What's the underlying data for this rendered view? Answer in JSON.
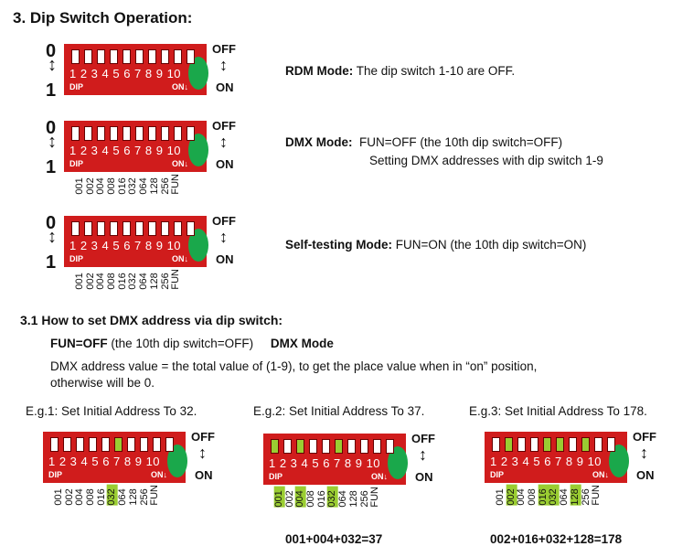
{
  "heading": "3.  Dip Switch Operation:",
  "modes": [
    {
      "label": "RDM Mode:",
      "text": "The dip switch 1-10 are OFF.",
      "text2": ""
    },
    {
      "label": "DMX Mode:",
      "text": "FUN=OFF (the 10th dip switch=OFF)",
      "text2": "Setting DMX addresses with dip switch 1-9"
    },
    {
      "label": "Self-testing Mode:",
      "text": "FUN=ON (the 10th dip switch=ON)",
      "text2": ""
    }
  ],
  "switch": {
    "numbers": "1 2 3 4 5 6 7 8 9 10",
    "dip": "DIP",
    "on_small": "ON↓",
    "off": "OFF",
    "on": "ON",
    "zero": "0",
    "one": "1"
  },
  "values": [
    "001",
    "002",
    "004",
    "008",
    "016",
    "032",
    "064",
    "128",
    "256",
    "FUN"
  ],
  "sub_heading": "3.1  How to set DMX address via dip switch:",
  "fun_off": "FUN=OFF",
  "fun_off_text": "(the 10th dip switch=OFF)",
  "dmx_mode": "DMX Mode",
  "desc1": "DMX address value  =  the total value of (1-9), to get the place value when in “on” position,",
  "desc2": "otherwise will be 0.",
  "examples": [
    {
      "title": "E.g.1: Set Initial Address To 32.",
      "formula": "",
      "on": [
        6
      ]
    },
    {
      "title": "E.g.2: Set Initial Address To 37.",
      "formula": "001+004+032=37",
      "on": [
        1,
        3,
        6
      ]
    },
    {
      "title": "E.g.3: Set Initial Address To 178.",
      "formula": "002+016+032+128=178",
      "on": [
        2,
        5,
        6,
        8
      ]
    }
  ]
}
